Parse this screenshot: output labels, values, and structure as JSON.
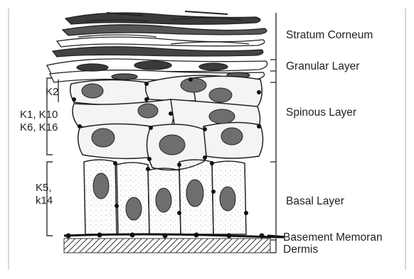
{
  "layers": {
    "stratum_corneum": "Stratum Corneum",
    "granular": "Granular Layer",
    "spinous": "Spinous Layer",
    "basal": "Basal Layer",
    "basement": "Basement Memoran",
    "dermis": "Dermis"
  },
  "keratins": {
    "k2": "K2",
    "k1_k10": "K1, K10",
    "k6_k16": "K6, K16",
    "k5": "K5,",
    "k14": "k14"
  },
  "colors": {
    "ink": "#222222",
    "nucleus": "#6e6e6e",
    "cell_fill": "#f4f4f4",
    "frame": "#bdbdbd"
  }
}
